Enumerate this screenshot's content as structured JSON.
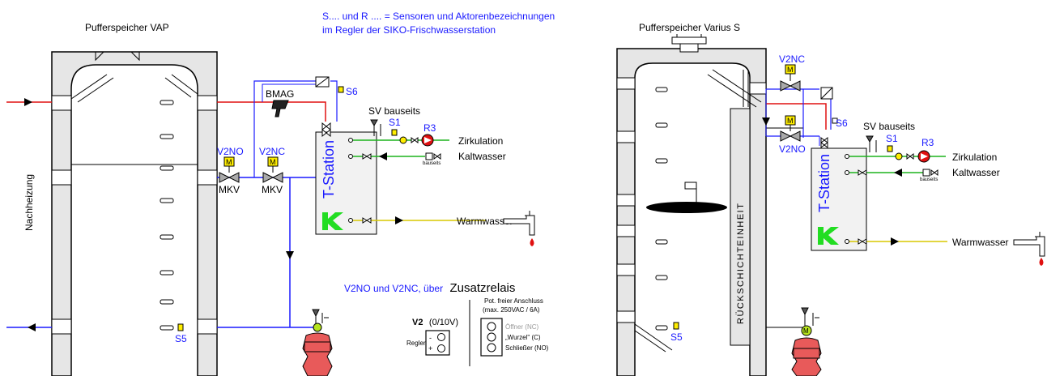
{
  "colors": {
    "red_line": "#e01010",
    "blue_line": "#1a1aff",
    "green_line": "#1db31d",
    "yellow_line": "#d8c800",
    "tank_fill": "#e6e6e6",
    "sensor_yellow": "#ffee00",
    "mag_vessel": "#e85a5a",
    "station_logo": "#22dd22",
    "text_blue": "#1a1aff"
  },
  "left_tank": {
    "title": "Pufferspeicher VAP",
    "side_label": "Nachheizung",
    "sensor_bottom": "S5"
  },
  "right_tank": {
    "title": "Pufferspeicher Varius S",
    "stratifier_label": "RÜCKSCHICHTEINHEIT",
    "sensor_bottom": "S5"
  },
  "note": {
    "line1": "S.... und R .... = Sensoren und Aktorenbezeichnungen",
    "line2": "im Regler der SIKO-Frischwasserstation"
  },
  "left_system": {
    "bmag": "BMAG",
    "s6": "S6",
    "sv": "SV bauseits",
    "s1": "S1",
    "r3": "R3",
    "zirkulation": "Zirkulation",
    "kaltwasser": "Kaltwasser",
    "warmwasser": "Warmwasser",
    "station": "T-Station",
    "valve1_name": "V2NO",
    "valve2_name": "V2NC",
    "valve1_sub": "MKV",
    "valve2_sub": "MKV",
    "motor": "M",
    "bauseits": "bauseits"
  },
  "right_system": {
    "v2nc": "V2NC",
    "v2no": "V2NO",
    "s6": "S6",
    "sv": "SV bauseits",
    "s1": "S1",
    "r3": "R3",
    "zirkulation": "Zirkulation",
    "kaltwasser": "Kaltwasser",
    "warmwasser": "Warmwasser",
    "station": "T-Station",
    "motor": "M",
    "bauseits": "bauseits"
  },
  "relay": {
    "heading_prefix": "V2NO und V2NC, über",
    "heading_big": "Zusatzrelais",
    "v2_label": "V2",
    "v2_range": "(0/10V)",
    "regler": "Regler",
    "plus": "+",
    "minus": "-",
    "pot_line1": "Pot. freier Anschluss",
    "pot_line2": "(max. 250VAC / 6A)",
    "oeffner": "Öffner (NC)",
    "wurzel": "„Wurzel\" (C)",
    "schliesser": "Schließer (NO)"
  }
}
